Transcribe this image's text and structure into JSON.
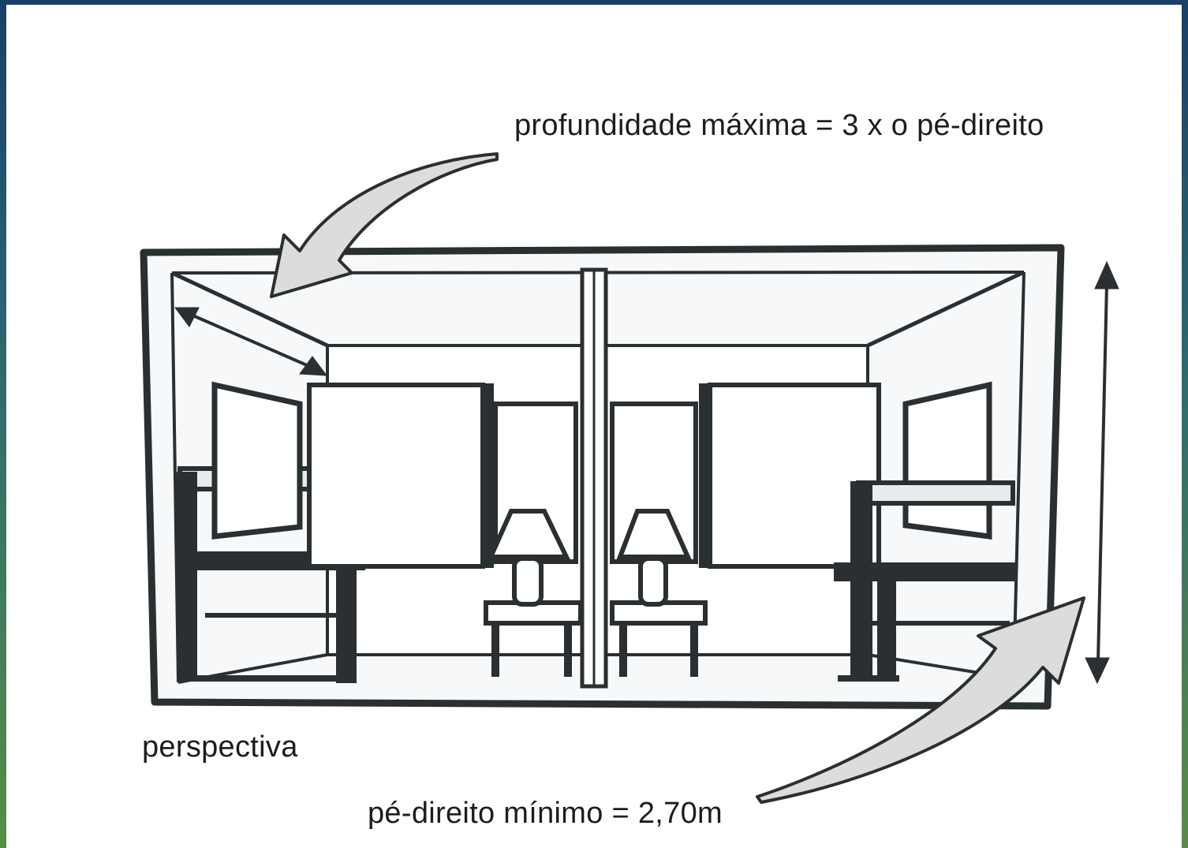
{
  "labels": {
    "depth": "profundidade máxima = 3 x o pé-direito",
    "view": "perspectiva",
    "height": "pé-direito mínimo = 2,70m"
  },
  "colors": {
    "background_top": "#1b3f66",
    "background_bottom": "#5a8c47",
    "panel": "#ffffff",
    "ink": "#2a2f31",
    "arrow_fill": "#dcdcdc"
  }
}
